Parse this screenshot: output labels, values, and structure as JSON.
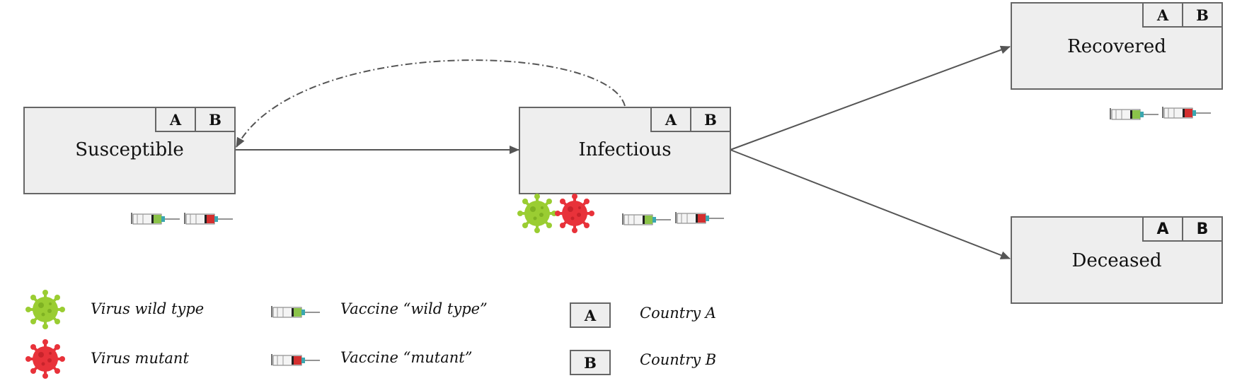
{
  "nodes": {
    "susceptible": {
      "label": "Susceptible",
      "tag_a": "A",
      "tag_b": "B"
    },
    "infectious": {
      "label": "Infectious",
      "tag_a": "A",
      "tag_b": "B"
    },
    "recovered": {
      "label": "Recovered",
      "tag_a": "A",
      "tag_b": "B"
    },
    "deceased": {
      "label": "Deceased",
      "tag_a": "A",
      "tag_b": "B"
    }
  },
  "legend": {
    "virus_wild": "Virus wild type",
    "virus_mutant": "Virus mutant",
    "vaccine_wild": "Vaccine “wild type”",
    "vaccine_mutant": "Vaccine “mutant”",
    "country_a_tag": "A",
    "country_a": "Country A",
    "country_b_tag": "B",
    "country_b": "Country B"
  },
  "colors": {
    "box_fill": "#eeeeee",
    "box_border": "#666666",
    "arrow": "#555555",
    "virus_wild": "#9acd32",
    "virus_mutant": "#e8323a",
    "vaccine_wild_liquid": "#8bc34a",
    "vaccine_mutant_liquid": "#d32f2f"
  },
  "icons": [
    "virus-icon",
    "syringe-icon"
  ]
}
